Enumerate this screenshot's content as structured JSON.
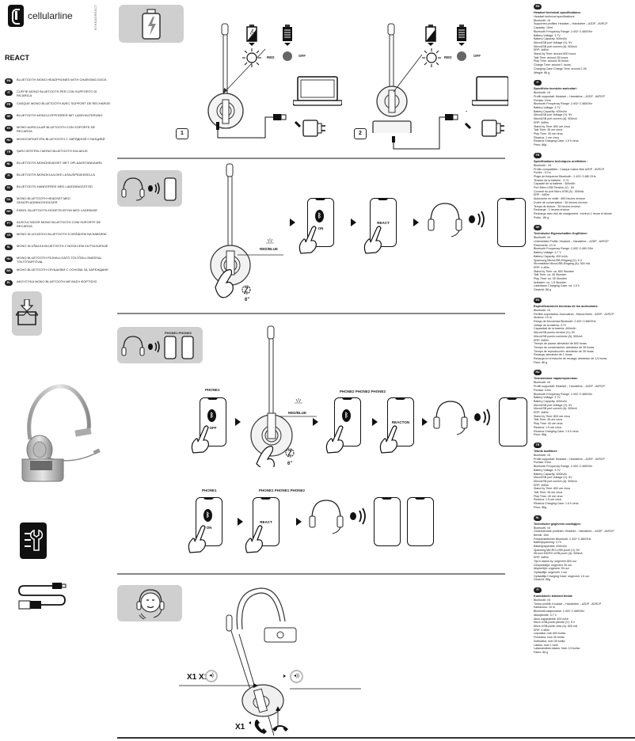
{
  "brand": {
    "name": "cellularline",
    "product_code": "BTHEADREACT",
    "model": "REACT"
  },
  "languages": [
    {
      "code": "EN",
      "text": "BLUETOOTH MONO HEADPHONES WITH CHARGING DOCK"
    },
    {
      "code": "IT",
      "text": "CUFFIE MONO BLUETOOTH PER CON SUPPORTO DI RICARICA"
    },
    {
      "code": "FR",
      "text": "CASQUE MONO BLUETOOTH AVEC SUPPORT DE RECHARGE"
    },
    {
      "code": "DE",
      "text": "BLUETOOTH MONO-KOPFHÖRER MIT LADEHALTERUNG"
    },
    {
      "code": "ES",
      "text": "MONO AURICULAR BLUETOOTH CON SOPORTE DE RECARGA"
    },
    {
      "code": "RU",
      "text": "МОНОГАРНИТУРА BLUETOOTH С ЗАРЯДНОЙ СТАНЦИЕЙ"
    },
    {
      "code": "TR",
      "text": "ŞARJ DESTEKLİ MONO BLUETOOTH KULAKLIK"
    },
    {
      "code": "NL",
      "text": "BLUETOOTH-MONOHEADSET MET OPLAADSTANDAARD"
    },
    {
      "code": "FI",
      "text": "BLUETOOTH-MONOKUULOKE LATAUSPIDIKKEELLÄ"
    },
    {
      "code": "SV",
      "text": "BLUETOOTH-HANDSFREE MED LADDNINGSSTÖD"
    },
    {
      "code": "DA",
      "text": "MONO BLUETOOTH HEADSET MED GENOPLADNINGSHOLDER"
    },
    {
      "code": "NO",
      "text": "ENKEL BLUETOOTH-HODETELEFON MED LADEBASE"
    },
    {
      "code": "PT",
      "text": "AUSCULTADOR MONO BLUETOOTH COM SUPORTE DE RECARGA"
    },
    {
      "code": "CS",
      "text": "MONO SLUCHÁTKO BLUETOOTH S DRŽÁKEM NA NABÍJENÍ"
    },
    {
      "code": "SL",
      "text": "MONO SLUŠALKA BLUETOOTH Z NOSILCEM ZA POLNJENJE"
    },
    {
      "code": "HU",
      "text": "MONO BLUETOOTH FEJHALLGATÓ TÖLTŐÁLLOMÁSSAL TÖLTŐTARTÓVAL"
    },
    {
      "code": "BG",
      "text": "МОНО BLUETOOTH СЛУШАЛКИ С ОСНОВА ЗА ЗАРЕЖДАНЕ"
    },
    {
      "code": "EL",
      "text": "ΑΚΟΥΣΤΙΚΑ MONO BLUETOOTH ΜΕ ΒΑΣΗ ΦΟΡΤΙΣΗΣ"
    }
  ],
  "charging": {
    "step1": "1",
    "step2": "2",
    "led_charging": "RED",
    "led_full": "OFF"
  },
  "pairing": {
    "led": "RED/BLUE",
    "hold_time": "6\"",
    "phone_on": "ON",
    "phone_select": "REACT"
  },
  "multipoint": {
    "header_phones": "PHONE1 PHONE2",
    "phone1_label": "PHONE1",
    "phone1_state": "OFF",
    "led": "RED/BLUE",
    "hold_time": "6\"",
    "phone2_label": "PHONE2 PHONE2 PHONE2",
    "phone2_select": "REACTON",
    "reconnect_label": "PHONE1",
    "reconnect_state": "ON",
    "reconnect_group": "PHONE1 PHONE1 PHONE2",
    "reconnect_select": "REACT"
  },
  "controls": {
    "vol_down": "X1",
    "vol_down_alt": "X1",
    "call": "X1"
  },
  "specs": [
    {
      "code": "EN",
      "title": "Headset technical specifications:",
      "lines": [
        "Headset technical specifications:",
        "Bluetooth: v5",
        "Supported profiles: Headset – Handsfree – A2DP - AVRCP",
        "Capacity: 10mt",
        "Bluetooth Frequency Range: 2.402~2.480GHz",
        "Battery Voltage: 3.7V",
        "Battery Capacity: 400mAh",
        "MicroUSB port Voltage (V): 5V",
        "MicroUSB port current (A): 500mA",
        "ERP: 4dBm",
        "Stand-by Time: around 800 hours",
        "Talk Time: around 35 hours",
        "Play Time: around 35 hours",
        "Charge Time: around 1 hours",
        "Charging Case Charge Time: around 1.5h",
        "Weight: 86 g"
      ]
    },
    {
      "code": "IT",
      "title": "Specifiche tecniche auricolari:",
      "lines": [
        "Bluetooth: v5",
        "Profili supportati: Headset – Handsfree – A2DP - AVRCP",
        "Portata: 10mt",
        "Bluetooth Frequency Range: 2.402~2.480GHz",
        "Battery Voltage: 3.7V",
        "Battery Capacity: 400mAh",
        "MicroUSB port Voltage (V): 5V",
        "MicroUSB port current (A): 500mA",
        "ERP: 4dBm",
        "Stand by Time: 800 ore circa",
        "Talk Time: 35 ore circa",
        "Play Time: 35 ore circa",
        "Ricarica: 1 ore circa",
        "Ricarica Charging Case: 1.5 h circa",
        "Peso: 86g"
      ]
    },
    {
      "code": "FR",
      "title": "Spécifications techniques oreillettes :",
      "lines": [
        "Bluetooth : v5",
        "Profils compatibles : Casque mains libre A2DP - AVRCP",
        "Portée : 10 m",
        "Plage de fréquence Bluetooth : 2.402~2.480 GHz",
        "Tension de la batterie : 3,7V",
        "Capacité de la batterie : 400mAh",
        "Port Micro USB Tension (V) : 5V",
        "Courant du port Micro USB (A) : 500mA",
        "ERP : 4dBm",
        "Autonomie en veille : 800 heures environ",
        "Durée de conversation : 35 heures environ",
        "Temps de lecture : 35 heures environ",
        "Recharge : 1 heures environ",
        "Recharge avec étui de chargement : environ 1 heure et demie",
        "Poids : 86 g"
      ]
    },
    {
      "code": "DE",
      "title": "Technische Eigenschaften Kopfhörer:",
      "lines": [
        "Bluetooth: v5",
        "Unterstützte Profile: Headset – Handsfree – A2DP - AVRCP",
        "Reichweite: 10 m",
        "Bluetooth Frequency Range: 2,402~2,480 GHz",
        "Battery Voltage: 3,7 V",
        "Battery Capacity: 400 mAh",
        "Spannung MicroUSB-Eingang (V): 5 V",
        "Stromstärke MicroUSB-Eingang (A): 500 mA",
        "ERP: 4 dBm",
        "Stand by Time: ca. 800 Stunden",
        "Talk Time: ca. 35 Stunden",
        "Play Time: ca. 35 Stunden",
        "Aufladen: ca. 1,5 Stunden",
        "Ladedauer Charging Case: ca. 1,5 h",
        "Gewicht: 86 g"
      ]
    },
    {
      "code": "ES",
      "title": "Especificaciones técnicas de los auriculares:",
      "lines": [
        "Bluetooth: v5",
        "Perfiles soportados: Auriculares - Manos libres - A2DP - AVRCP",
        "Alcance: 10 m",
        "Rango de frecuencia Bluetooth: 2.402~2.480GHz",
        "Voltaje de la batería: 3,7V",
        "Capacidad de la batería: 400mAh",
        "MicroUSB puerto tensión (V): 5V",
        "MicroUSB puerto corriente (A): 500mA",
        "ERP: 4dBm",
        "Tiempo de pausa: alrededor de 800 horas",
        "Tiempo de conversación: alrededor de 35 horas",
        "Tiempo de reproducción: alrededor de 35 horas",
        "Recarga: alrededor de 1 horas",
        "Recarga en el estuche de recarga: alrededor de 1,5 horas",
        "Peso: 86 g"
      ]
    },
    {
      "code": "RU",
      "title": "Технические характеристики:",
      "lines": [
        "Bluetooth: v5",
        "Profili supportati: Headset – Handsfree – A2DP - AVRCP",
        "Portata: 10mt",
        "Bluetooth Frequency Range: 2.402~2.480GHz",
        "Battery Voltage: 3.7V",
        "Battery Capacity: 400mAh",
        "MicroUSB port Voltage (V): 5V",
        "MicroUSB port current (A): 500mA",
        "ERP: 4dBm",
        "Stand by Time: 800 ore circa",
        "Talk Time: 36 ore circa",
        "Play Time: 40 ore circa",
        "Ricarica: 1.5 ore circa",
        "Ricarica Charging Case: 1.5 h circa",
        "Peso: 86g"
      ]
    },
    {
      "code": "TR",
      "title": "Teknik özellikler:",
      "lines": [
        "Bluetooth: v5",
        "Profili supportati: Headset – Handsfree – A2DP - AVRCP",
        "Portata: 10mt",
        "Bluetooth Frequency Range: 2.402~2.480GHz",
        "Battery Voltage: 3.7V",
        "Battery Capacity: 400mAh",
        "MicroUSB port Voltage (V): 5V",
        "MicroUSB port current (A): 500mA",
        "ERP: 4dBm",
        "Stand by Time: 800 ore circa",
        "Talk Time: 36 ore circa",
        "Play Time: 40 ore circa",
        "Ricarica: 1.5 ore circa",
        "Ricarica Charging Case: 1.5 h circa",
        "Peso: 86g"
      ]
    },
    {
      "code": "NL",
      "title": "Technische gegevens oordopjes:",
      "lines": [
        "Bluetooth: v5",
        "Ondersteunde profielen: Headset – Handsfree – A2DP - AVRCP",
        "Bereik: 10m",
        "Frequentiebereik Bluetooth: 2.402~2.480GHz",
        "Batterijspanning: 3,7V",
        "Batterijcapaciteit: 400mAh",
        "Spanning MICRO-USB-poort (V): 5V",
        "Stroom MICRO-USB-poort (A): 500mA",
        "ERP: 4dBm",
        "Tijd in stand-by: ongeveer 800 uur",
        "Gesprekstijd: ongeveer 35 uur",
        "Afspeeltijd: ongeveer 35 uur",
        "Oplaadtijd: ongeveer 1 uur",
        "Oplaadtijd Charging Case: ongeveer 1,5 uur",
        "Gewicht: 86g"
      ]
    },
    {
      "code": "FI",
      "title": "Kuulokkeen tekniset tiedot:",
      "lines": [
        "Bluetooth: v5",
        "Tuetut profiilit: Kuuloke – Handsfree – A2DP - AVRCP",
        "Kantavuus: 10 m",
        "Bluetooth-taajuusalue: 2.402~2.480GHz",
        "Akkujännite: 3,7 V",
        "Akun kapasiteetti: 400 mAh",
        "Micro USB-portin jännite (V): 5 V",
        "Micro USB-portin virta (A): 500 mA",
        "ERP: 4 dBm",
        "Lepoaika: noin 800 tuntia",
        "Puheaika: noin 35 tuntia",
        "Soittoaika: noin 35 tuntia",
        "Lataus: noin 1 tunti",
        "Latauskotelon lataus: Noin 1,5 tuntia",
        "Paino: 86 g"
      ]
    }
  ]
}
